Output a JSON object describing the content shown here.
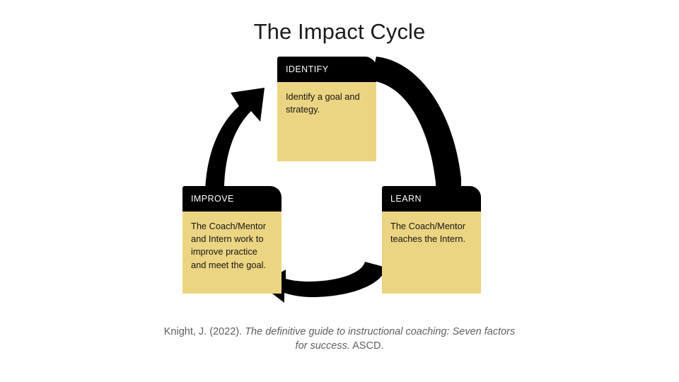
{
  "slide": {
    "title": "The Impact Cycle",
    "background_color": "#ffffff"
  },
  "theme": {
    "card_header_color": "#000000",
    "card_header_text_color": "#ffffff",
    "card_body_color": "#ecd582",
    "card_body_text_color": "#141414",
    "arrow_color": "#000000",
    "title_text_color": "#1b1b1b",
    "citation_text_color": "#5f5f5f"
  },
  "cycle": {
    "stages": [
      {
        "id": "identify",
        "header": "IDENTIFY",
        "body": "Identify a goal and strategy."
      },
      {
        "id": "learn",
        "header": "LEARN",
        "body": "The Coach/Mentor teaches the Intern."
      },
      {
        "id": "improve",
        "header": "IMPROVE",
        "body": "The Coach/Mentor and Intern work to improve practice and meet the goal."
      }
    ],
    "connectors": [
      {
        "id": "identify-to-learn",
        "from": "identify",
        "to": "learn",
        "shape": "curved-arc",
        "arrowhead": false
      },
      {
        "id": "learn-to-improve",
        "from": "learn",
        "to": "improve",
        "shape": "curved-arrow",
        "arrowhead": true
      },
      {
        "id": "improve-to-identify",
        "from": "improve",
        "to": "identify",
        "shape": "curved-arrow",
        "arrowhead": true
      }
    ]
  },
  "citation": {
    "author_year": "Knight, J. (2022). ",
    "work_title": "The definitive guide to instructional coaching: Seven factors for success.",
    "publisher": " ASCD."
  }
}
